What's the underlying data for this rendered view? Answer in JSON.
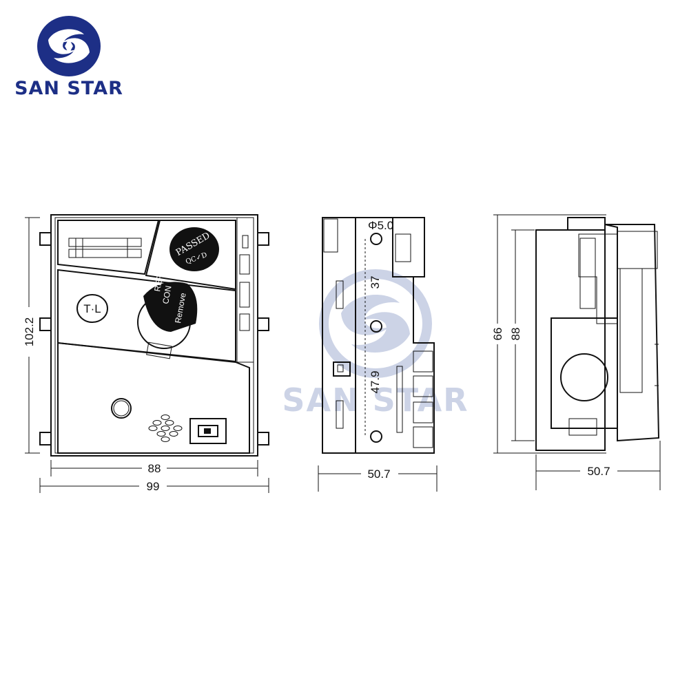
{
  "brand": {
    "name": "SAN STAR",
    "color": "#1d2f86"
  },
  "watermark": {
    "text": "SAN STAR"
  },
  "front_view": {
    "badge_passed": "PASSED",
    "badge_qc": "QC✓D",
    "label_tl": "T·L",
    "lever_text_1": "REPLACE",
    "lever_text_2": "CON",
    "lever_text_3": "Remove",
    "dim_height": "102.2",
    "dim_inner_width": "88",
    "dim_outer_width": "99"
  },
  "side_view": {
    "dim_hole": "Φ5.0",
    "dim_upper": "37",
    "dim_lower": "47.9",
    "dim_depth": "50.7"
  },
  "right_view": {
    "dim_outer_height": "66",
    "dim_inner_height": "88",
    "dim_depth": "50.7"
  }
}
